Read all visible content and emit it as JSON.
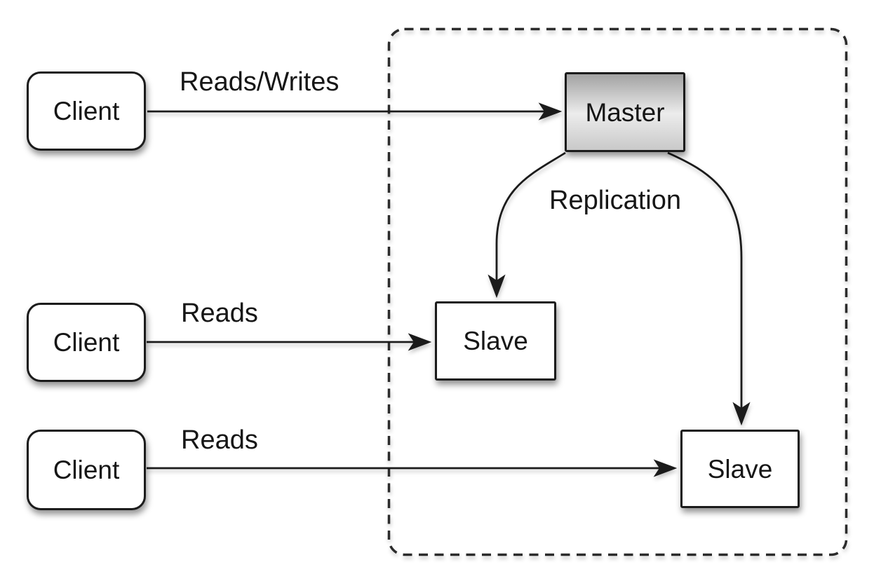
{
  "diagram": {
    "type": "master-slave-replication-topology",
    "nodes": {
      "client1": {
        "label": "Client"
      },
      "client2": {
        "label": "Client"
      },
      "client3": {
        "label": "Client"
      },
      "master": {
        "label": "Master"
      },
      "slave1": {
        "label": "Slave"
      },
      "slave2": {
        "label": "Slave"
      }
    },
    "edges": {
      "client1_master": {
        "from": "client1",
        "to": "master",
        "label": "Reads/Writes"
      },
      "client2_slave1": {
        "from": "client2",
        "to": "slave1",
        "label": "Reads"
      },
      "client3_slave2": {
        "from": "client3",
        "to": "slave2",
        "label": "Reads"
      },
      "master_slave1": {
        "from": "master",
        "to": "slave1",
        "label": "Replication"
      },
      "master_slave2": {
        "from": "master",
        "to": "slave2",
        "label": ""
      }
    },
    "boundary": {
      "style": "dashed-rounded-rectangle",
      "contains": [
        "master",
        "slave1",
        "slave2"
      ]
    },
    "colors": {
      "background": "#ffffff",
      "stroke": "#1b1b1b",
      "node_fill": "#ffffff",
      "master_fill_top": "#a2a2a2",
      "master_fill_middle": "#ececec",
      "master_fill_bottom": "#c9c9c9",
      "text": "#161616"
    }
  }
}
